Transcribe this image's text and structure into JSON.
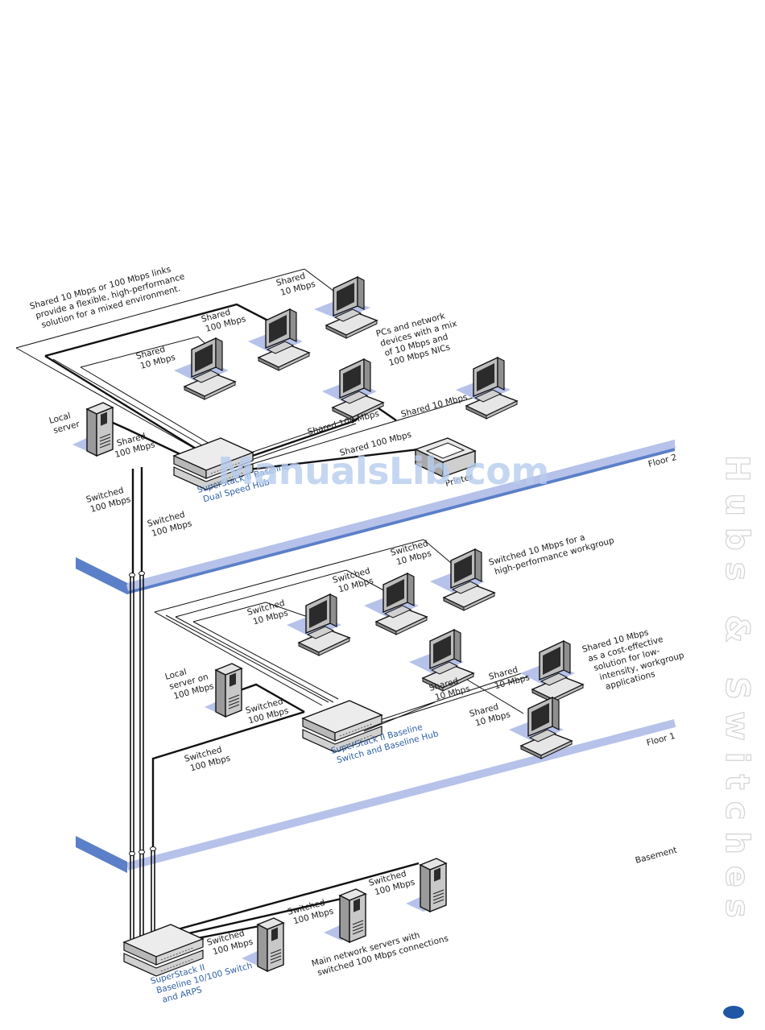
{
  "side_title": "Hubs & Switches",
  "watermark": "ManualsLib.com",
  "floors": {
    "floor2": "Floor 2",
    "floor1": "Floor 1",
    "basement": "Basement"
  },
  "floor2": {
    "note": [
      "Shared 10 Mbps or 100 Mbps links",
      "provide a flexible, high-performance",
      "solution for a mixed environment."
    ],
    "link_shared_10_top": [
      "Shared",
      "10 Mbps"
    ],
    "link_shared_100_top": [
      "Shared",
      "100 Mbps"
    ],
    "link_shared_10_left": [
      "Shared",
      "10 Mbps"
    ],
    "pcs_note": [
      "PCs and network",
      "devices with a mix",
      "of 10 Mbps and",
      "100 Mbps NICs"
    ],
    "local_server": [
      "Local",
      "server"
    ],
    "link_server": [
      "Shared",
      "100 Mbps"
    ],
    "link_shared_100_mid": "Shared 100 Mbps",
    "link_shared_10_right": "Shared 10 Mbps",
    "link_shared_100_printer": "Shared 100 Mbps",
    "printer": "Printer",
    "hub_name": [
      "SuperStack II Baseline",
      "Dual Speed Hub"
    ],
    "uplink_left": [
      "Switched",
      "100 Mbps"
    ],
    "uplink_right": [
      "Switched",
      "100 Mbps"
    ]
  },
  "floor1": {
    "link_sw_10_a": [
      "Switched",
      "10 Mbps"
    ],
    "link_sw_10_b": [
      "Switched",
      "10 Mbps"
    ],
    "link_sw_10_c": [
      "Switched",
      "10 Mbps"
    ],
    "workgroup_note": [
      "Switched 10 Mbps for a",
      "high-performance workgroup"
    ],
    "local_server": [
      "Local",
      "server on",
      "100 Mbps"
    ],
    "link_server": [
      "Switched",
      "100 Mbps"
    ],
    "link_shared_10_a": [
      "Shared",
      "10 Mbps"
    ],
    "link_shared_10_b": [
      "Shared",
      "10 Mbps"
    ],
    "link_shared_10_c": [
      "Shared",
      "10 Mbps"
    ],
    "shared_note": [
      "Shared 10 Mbps",
      "as a cost-effective",
      "solution for low-",
      "intensity, workgroup",
      "applications"
    ],
    "switch_name": [
      "SuperStack II Baseline",
      "Switch and Baseline Hub"
    ],
    "uplink": [
      "Switched",
      "100 Mbps"
    ]
  },
  "basement": {
    "switch_name": [
      "SuperStack II",
      "Baseline 10/100 Switch",
      "and ARPS"
    ],
    "link_a": [
      "Switched",
      "100 Mbps"
    ],
    "link_b": [
      "Switched",
      "100 Mbps"
    ],
    "link_c": [
      "Switched",
      "100 Mbps"
    ],
    "servers_note": [
      "Main network servers with",
      "switched 100 Mbps connections"
    ]
  },
  "colors": {
    "floor_front": "#5b7fc8",
    "floor_top": "#b7c2ea",
    "device_blue": "#2f5fa6",
    "accent_dot": "#1f56a6"
  }
}
